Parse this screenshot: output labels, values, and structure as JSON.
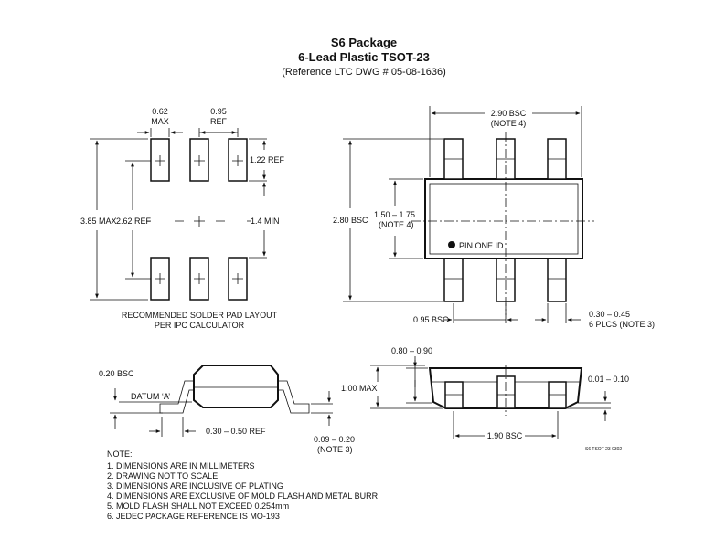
{
  "title": {
    "line1": "S6 Package",
    "line2": "6-Lead Plastic TSOT-23",
    "line3": "(Reference LTC DWG # 05-08-1636)"
  },
  "solder_layout": {
    "dim_062": "0.62",
    "dim_062_sub": "MAX",
    "dim_095": "0.95",
    "dim_095_sub": "REF",
    "dim_122": "1.22 REF",
    "dim_385": "3.85 MAX",
    "dim_262": "2.62 REF",
    "dim_14": "1.4 MIN",
    "caption1": "RECOMMENDED SOLDER PAD LAYOUT",
    "caption2": "PER IPC CALCULATOR"
  },
  "top_view": {
    "dim_290": "2.90 BSC",
    "note4a": "(NOTE 4)",
    "dim_280": "2.80 BSC",
    "dim_150": "1.50 – 1.75",
    "note4b": "(NOTE 4)",
    "pin_one": "PIN ONE ID",
    "dim_095bsc": "0.95 BSC",
    "dim_030": "0.30 – 0.45",
    "plcs": "6 PLCS (NOTE 3)"
  },
  "side_view": {
    "dim_020": "0.20 BSC",
    "datum": "DATUM ‘A’",
    "dim_030_050": "0.30 – 0.50 REF",
    "dim_009": "0.09 – 0.20",
    "note3": "(NOTE 3)"
  },
  "front_view": {
    "dim_080": "0.80 – 0.90",
    "dim_100": "1.00 MAX",
    "dim_001": "0.01 – 0.10",
    "dim_190": "1.90 BSC",
    "drawing_id": "S6 TSOT-23 0302"
  },
  "notes": {
    "heading": "NOTE:",
    "items": [
      "1. DIMENSIONS ARE IN MILLIMETERS",
      "2. DRAWING NOT TO SCALE",
      "3. DIMENSIONS ARE INCLUSIVE OF PLATING",
      "4. DIMENSIONS ARE EXCLUSIVE OF MOLD FLASH AND METAL BURR",
      "5. MOLD FLASH SHALL NOT EXCEED 0.254mm",
      "6. JEDEC PACKAGE REFERENCE IS MO-193"
    ]
  }
}
